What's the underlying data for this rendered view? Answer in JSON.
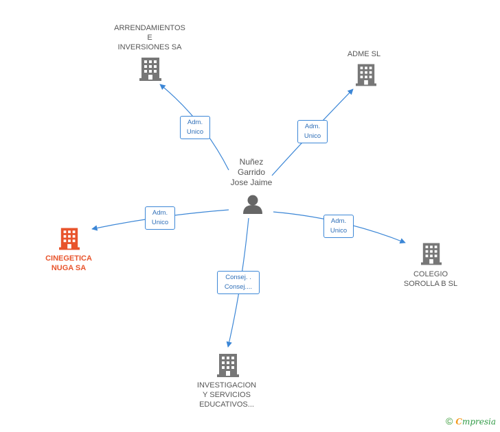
{
  "person": {
    "lines": [
      "Nuñez",
      "Garrido",
      "Jose Jaime"
    ]
  },
  "companies": {
    "arrendamientos": {
      "lines": [
        "ARRENDAMIENTOS",
        "E",
        "INVERSIONES SA"
      ]
    },
    "adme": {
      "lines": [
        "ADME  SL"
      ]
    },
    "cinegetica": {
      "lines": [
        "CINEGETICA",
        "NUGA SA"
      ]
    },
    "colegio": {
      "lines": [
        "COLEGIO",
        "SOROLLA B SL"
      ]
    },
    "investigacion": {
      "lines": [
        "INVESTIGACION",
        "Y SERVICIOS",
        "EDUCATIVOS..."
      ]
    }
  },
  "relations": {
    "arrendamientos": [
      "Adm.",
      "Unico"
    ],
    "adme": [
      "Adm.",
      "Unico"
    ],
    "cinegetica": [
      "Adm.",
      "Unico"
    ],
    "colegio": [
      "Adm.",
      "Unico"
    ],
    "investigacion": [
      "Consej. .",
      "Consej...."
    ]
  },
  "colors": {
    "edge": "#3b86d6",
    "building": "#777777",
    "highlight_building": "#e8542c",
    "person": "#666666"
  },
  "footer": {
    "copyright": "©",
    "brand_initial": "C",
    "brand_rest": "mpresia"
  }
}
